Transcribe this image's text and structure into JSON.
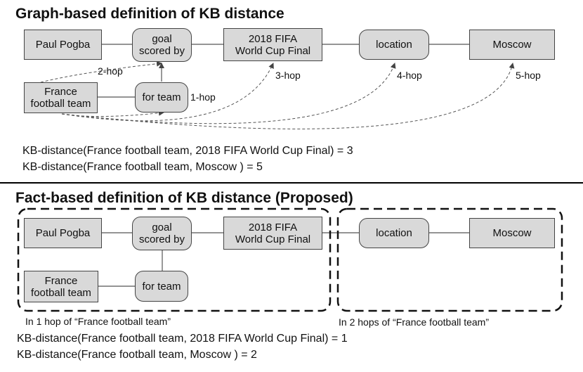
{
  "graph": {
    "title": "Graph-based definition of KB distance",
    "nodes": {
      "pogba": "Paul Pogba",
      "goal": "goal\nscored by",
      "final": "2018 FIFA\nWorld Cup Final",
      "location": "location",
      "moscow": "Moscow",
      "france": "France\nfootball team",
      "forteam": "for team"
    },
    "hops": {
      "h1": "1-hop",
      "h2": "2-hop",
      "h3": "3-hop",
      "h4": "4-hop",
      "h5": "5-hop"
    },
    "formula1": "KB-distance(France football team, 2018 FIFA World Cup Final) = 3",
    "formula2": "KB-distance(France football team, Moscow ) = 5"
  },
  "fact": {
    "title": "Fact-based definition of KB distance (Proposed)",
    "nodes": {
      "pogba": "Paul Pogba",
      "goal": "goal\nscored by",
      "final": "2018 FIFA\nWorld Cup Final",
      "location": "location",
      "moscow": "Moscow",
      "france": "France\nfootball team",
      "forteam": "for team"
    },
    "caption1": "In 1 hop of “France football team”",
    "caption2": "In 2 hops of “France football team”",
    "formula1": "KB-distance(France football team, 2018 FIFA World Cup Final) = 1",
    "formula2": "KB-distance(France football team, Moscow ) = 2"
  }
}
